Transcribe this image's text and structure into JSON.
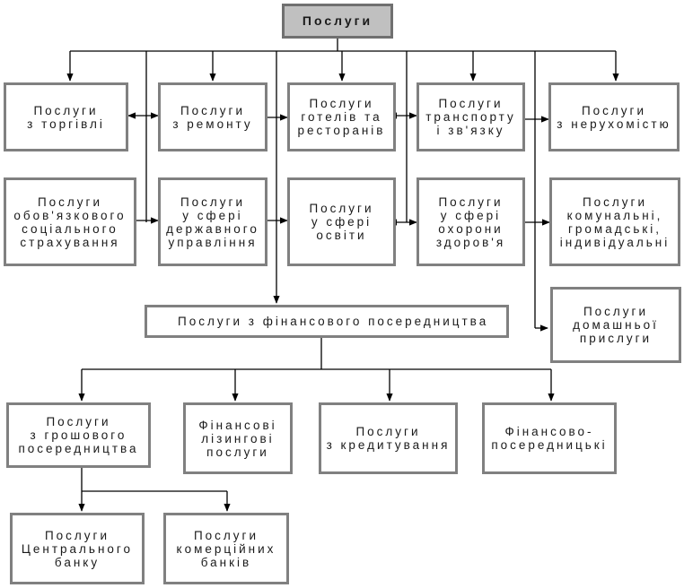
{
  "diagram": {
    "root": "Послуги",
    "row1": {
      "trade": "Послуги\nз торгівлі",
      "repair": "Послуги\nз ремонту",
      "hotels": "Послуги\nготелів та\nресторанів",
      "transport": "Послуги\nтранспорту\nі зв'язку",
      "realestate": "Послуги\nз нерухомістю"
    },
    "row2": {
      "social": "Послуги\nобов'язкового\nсоціального\nстрахування",
      "government": "Послуги\nу сфері\nдержавного\nуправління",
      "education": "Послуги\nу сфері\nосвіти",
      "health": "Послуги\nу сфері\nохорони\nздоров'я",
      "communal": "Послуги\nкомунальні,\nгромадські,\nіндивідуальні"
    },
    "domestic": "Послуги\nдомашньої\nприслуги",
    "financial": "Послуги з фінансового посередництва",
    "financial_children": {
      "monetary": "Послуги\nз грошового\nпосередництва",
      "leasing": "Фінансові\nлізингові\nпослуги",
      "credit": "Послуги\nз кредитування",
      "other": "Фінансово-\nпосередницькі"
    },
    "monetary_children": {
      "central_bank": "Послуги\nЦентрального\nбанку",
      "commercial_banks": "Послуги\nкомерційних\nбанків"
    },
    "colors": {
      "border": "#808080",
      "root_fill": "#c0c0c0",
      "line": "#000000"
    }
  }
}
